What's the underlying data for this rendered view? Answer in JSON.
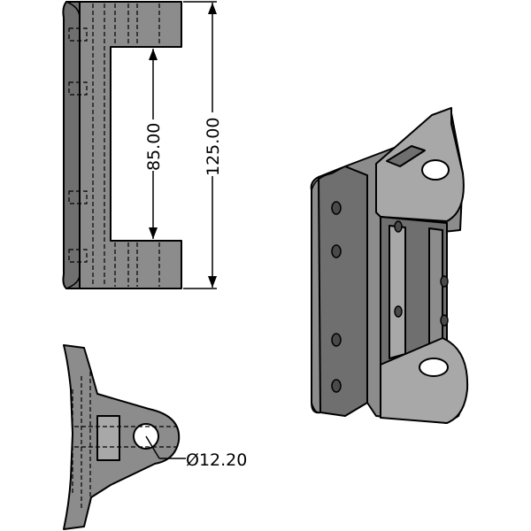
{
  "drawing": {
    "dimensions": {
      "inner_height": "85.00",
      "overall_height": "125.00",
      "hole_diameter": "Ø12.20"
    },
    "colors": {
      "part_fill": "#8c8c8c",
      "part_dark": "#6f6f6f",
      "part_light": "#a8a8a8",
      "outline": "#000000"
    }
  }
}
